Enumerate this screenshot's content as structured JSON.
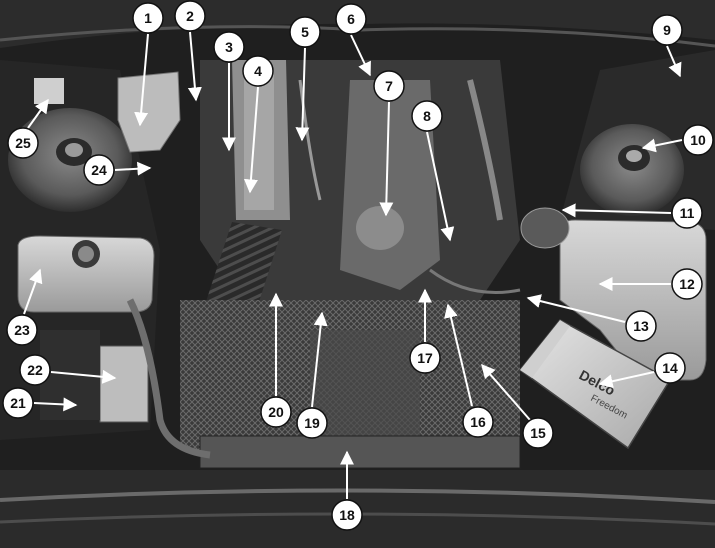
{
  "diagram": {
    "callouts": [
      {
        "id": "1",
        "label": "1"
      },
      {
        "id": "2",
        "label": "2"
      },
      {
        "id": "3",
        "label": "3"
      },
      {
        "id": "4",
        "label": "4"
      },
      {
        "id": "5",
        "label": "5"
      },
      {
        "id": "6",
        "label": "6"
      },
      {
        "id": "7",
        "label": "7"
      },
      {
        "id": "8",
        "label": "8"
      },
      {
        "id": "9",
        "label": "9"
      },
      {
        "id": "10",
        "label": "10"
      },
      {
        "id": "11",
        "label": "11"
      },
      {
        "id": "12",
        "label": "12"
      },
      {
        "id": "13",
        "label": "13"
      },
      {
        "id": "14",
        "label": "14"
      },
      {
        "id": "15",
        "label": "15"
      },
      {
        "id": "16",
        "label": "16"
      },
      {
        "id": "17",
        "label": "17"
      },
      {
        "id": "18",
        "label": "18"
      },
      {
        "id": "19",
        "label": "19"
      },
      {
        "id": "20",
        "label": "20"
      },
      {
        "id": "21",
        "label": "21"
      },
      {
        "id": "22",
        "label": "22"
      },
      {
        "id": "23",
        "label": "23"
      },
      {
        "id": "24",
        "label": "24"
      },
      {
        "id": "25",
        "label": "25"
      }
    ],
    "battery_brand": "Delco",
    "battery_text": "Freedom"
  }
}
